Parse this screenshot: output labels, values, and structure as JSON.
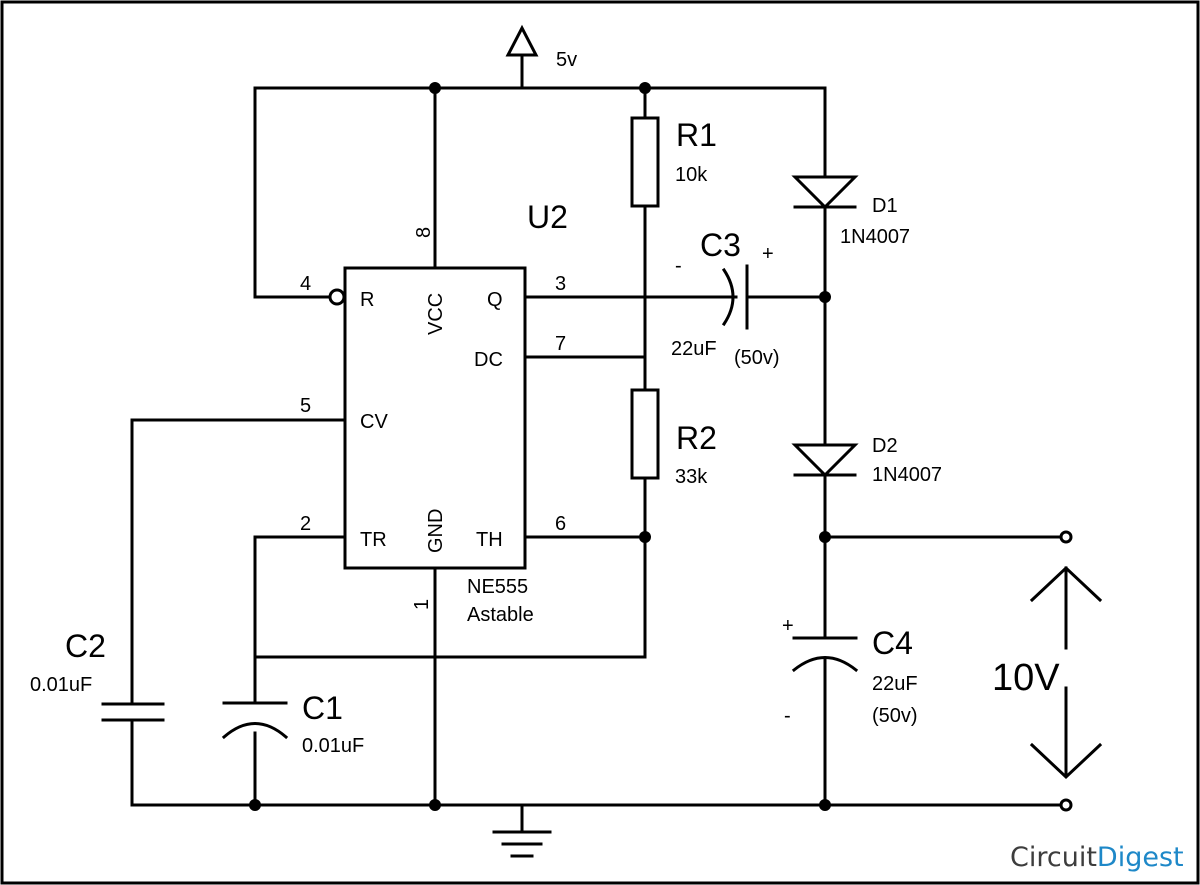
{
  "supply": {
    "label": "5v"
  },
  "ic": {
    "name": "U2",
    "part": "NE555",
    "mode": "Astable",
    "pins": [
      {
        "num": "4",
        "name": "R"
      },
      {
        "num": "8",
        "name": "VCC"
      },
      {
        "num": "3",
        "name": "Q"
      },
      {
        "num": "7",
        "name": "DC"
      },
      {
        "num": "5",
        "name": "CV"
      },
      {
        "num": "2",
        "name": "TR"
      },
      {
        "num": "1",
        "name": "GND"
      },
      {
        "num": "6",
        "name": "TH"
      }
    ]
  },
  "resistors": [
    {
      "ref": "R1",
      "value": "10k"
    },
    {
      "ref": "R2",
      "value": "33k"
    }
  ],
  "capacitors": [
    {
      "ref": "C1",
      "value": "0.01uF"
    },
    {
      "ref": "C2",
      "value": "0.01uF"
    },
    {
      "ref": "C3",
      "value": "22uF",
      "rating": "(50v)",
      "minus": "-",
      "plus": "+"
    },
    {
      "ref": "C4",
      "value": "22uF",
      "rating": "(50v)",
      "minus": "-",
      "plus": "+"
    }
  ],
  "diodes": [
    {
      "ref": "D1",
      "part": "1N4007"
    },
    {
      "ref": "D2",
      "part": "1N4007"
    }
  ],
  "output": {
    "label": "10V"
  },
  "brand": {
    "part1": "Circuit",
    "part2": "Digest",
    "color1": "#3d3d3d",
    "color2": "#1e88c8"
  }
}
